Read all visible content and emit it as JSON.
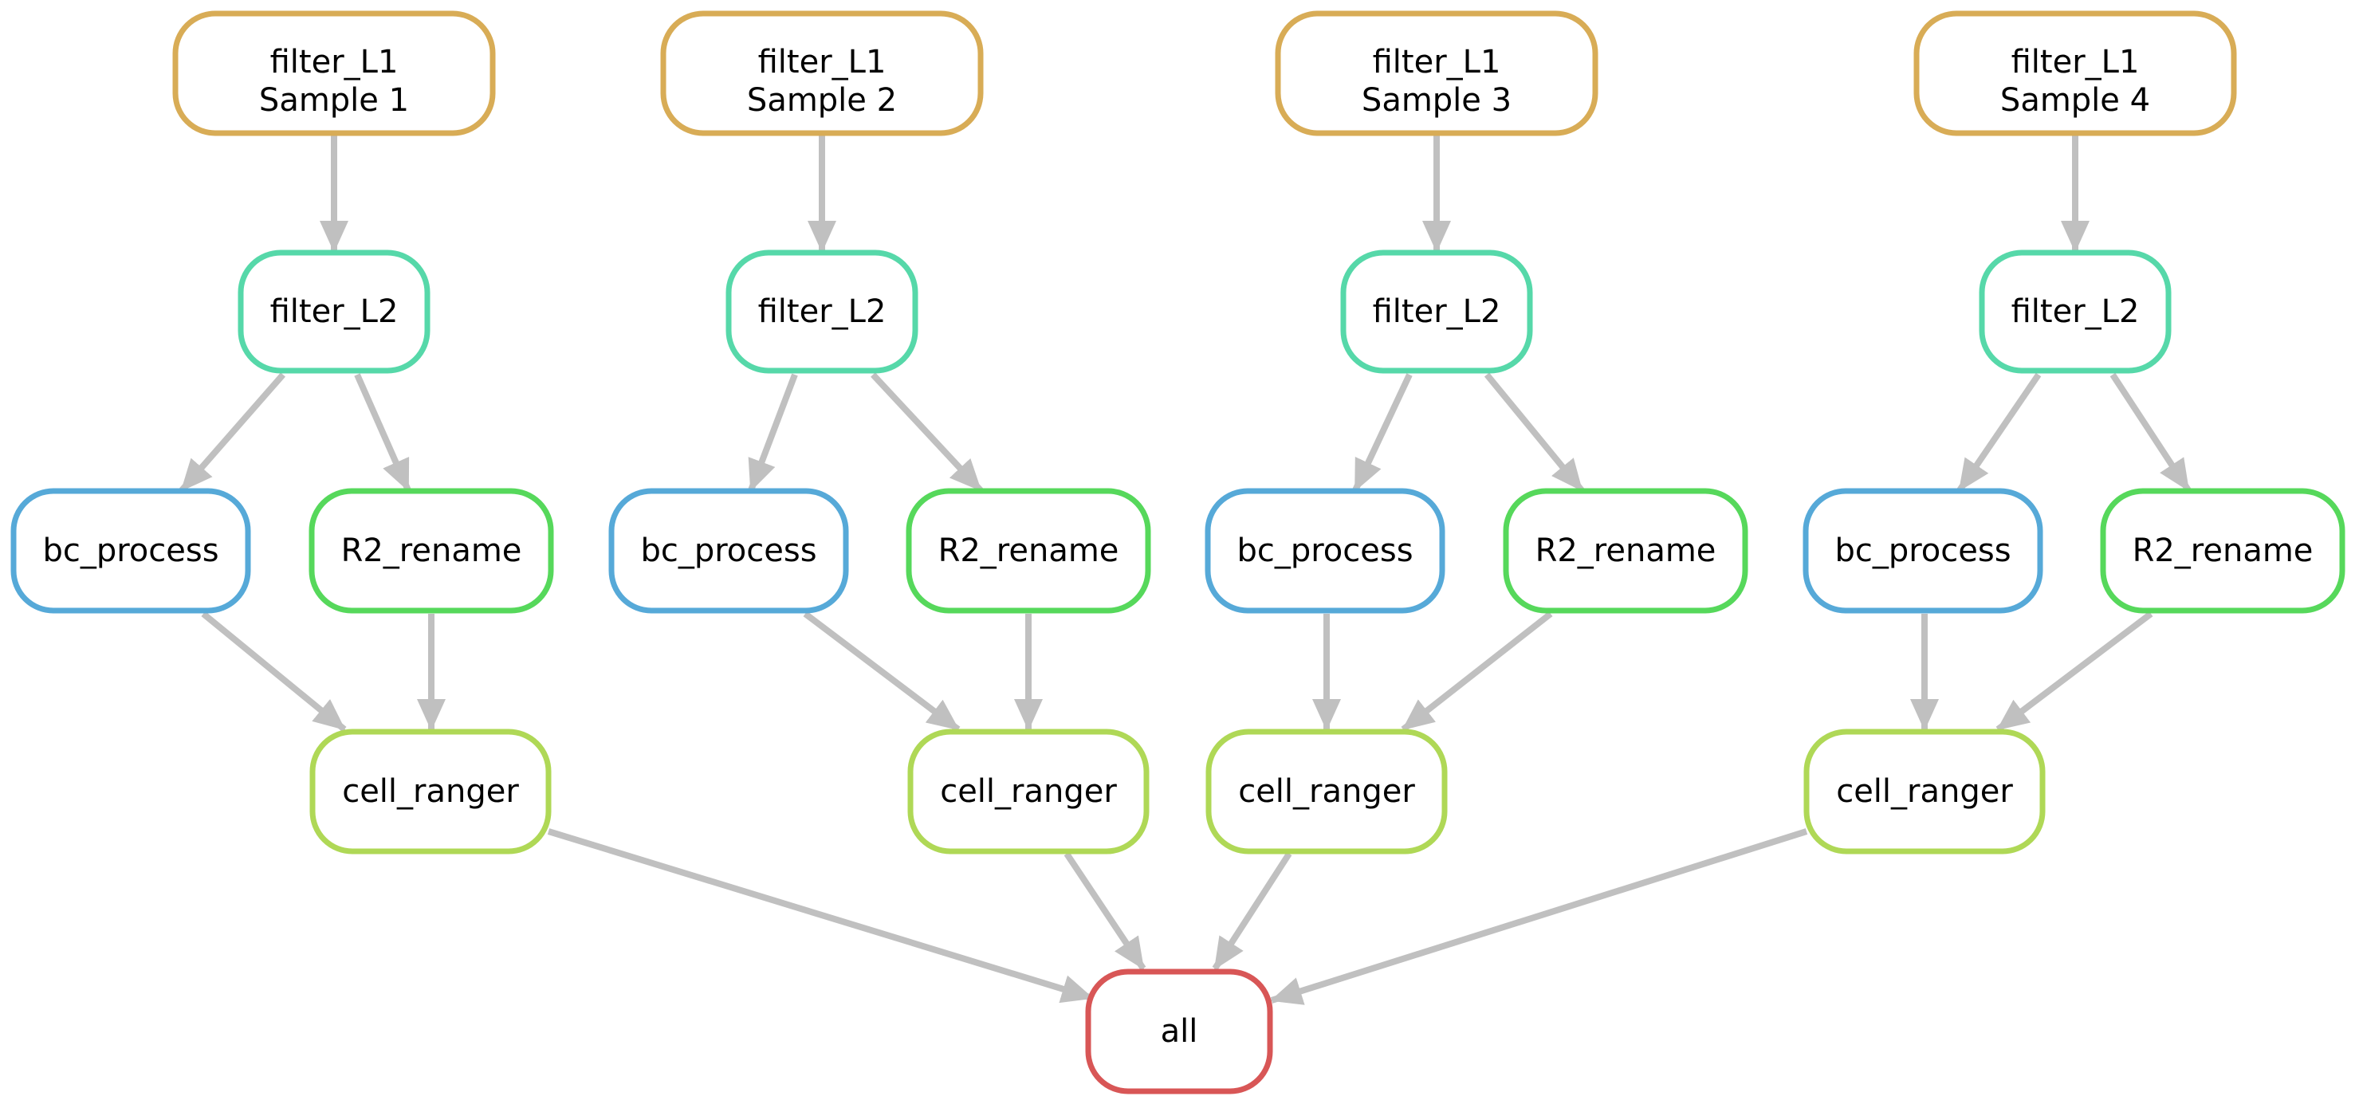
{
  "colors": {
    "edge": "#c0c0c0",
    "filter_L1": "#d8ac56",
    "filter_L2": "#56d8a9",
    "bc_process": "#56a9d8",
    "R2_rename": "#56d85b",
    "cell_ranger": "#afd856",
    "all": "#d85656"
  },
  "samples": [
    {
      "top": "filter_L1",
      "sample": "Sample 1",
      "l2": "filter_L2",
      "bc": "bc_process",
      "r2": "R2_rename",
      "cr": "cell_ranger"
    },
    {
      "top": "filter_L1",
      "sample": "Sample 2",
      "l2": "filter_L2",
      "bc": "bc_process",
      "r2": "R2_rename",
      "cr": "cell_ranger"
    },
    {
      "top": "filter_L1",
      "sample": "Sample 3",
      "l2": "filter_L2",
      "bc": "bc_process",
      "r2": "R2_rename",
      "cr": "cell_ranger"
    },
    {
      "top": "filter_L1",
      "sample": "Sample 4",
      "l2": "filter_L2",
      "bc": "bc_process",
      "r2": "R2_rename",
      "cr": "cell_ranger"
    }
  ],
  "final": {
    "label": "all"
  }
}
